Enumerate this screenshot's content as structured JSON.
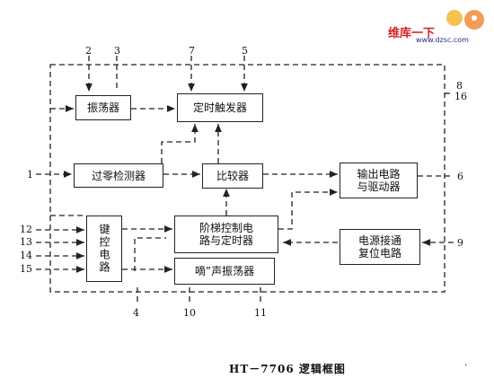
{
  "blocks": {
    "oscillator": "振荡器",
    "timer_trigger": "定时触发器",
    "zero_cross": "过零检测器",
    "comparator": "比较器",
    "output": "输出电路\n与驱动器",
    "keyboard": "键控电路",
    "step_control": "阶梯控制电\n路与定时器",
    "beep_osc": "嘀”声振荡器",
    "power_reset": "电源接通\n复位电路"
  },
  "pins": {
    "p1": "1",
    "p2": "2",
    "p3": "3",
    "p4": "4",
    "p5": "5",
    "p6": "6",
    "p7": "7",
    "p8": "8",
    "p9": "9",
    "p10": "10",
    "p11": "11",
    "p12": "12",
    "p13": "13",
    "p14": "14",
    "p15": "15",
    "p16": "16"
  },
  "caption": "HT－7706 逻辑框图",
  "watermark": {
    "name": "维库一下",
    "url": "www.dzsc.com"
  }
}
